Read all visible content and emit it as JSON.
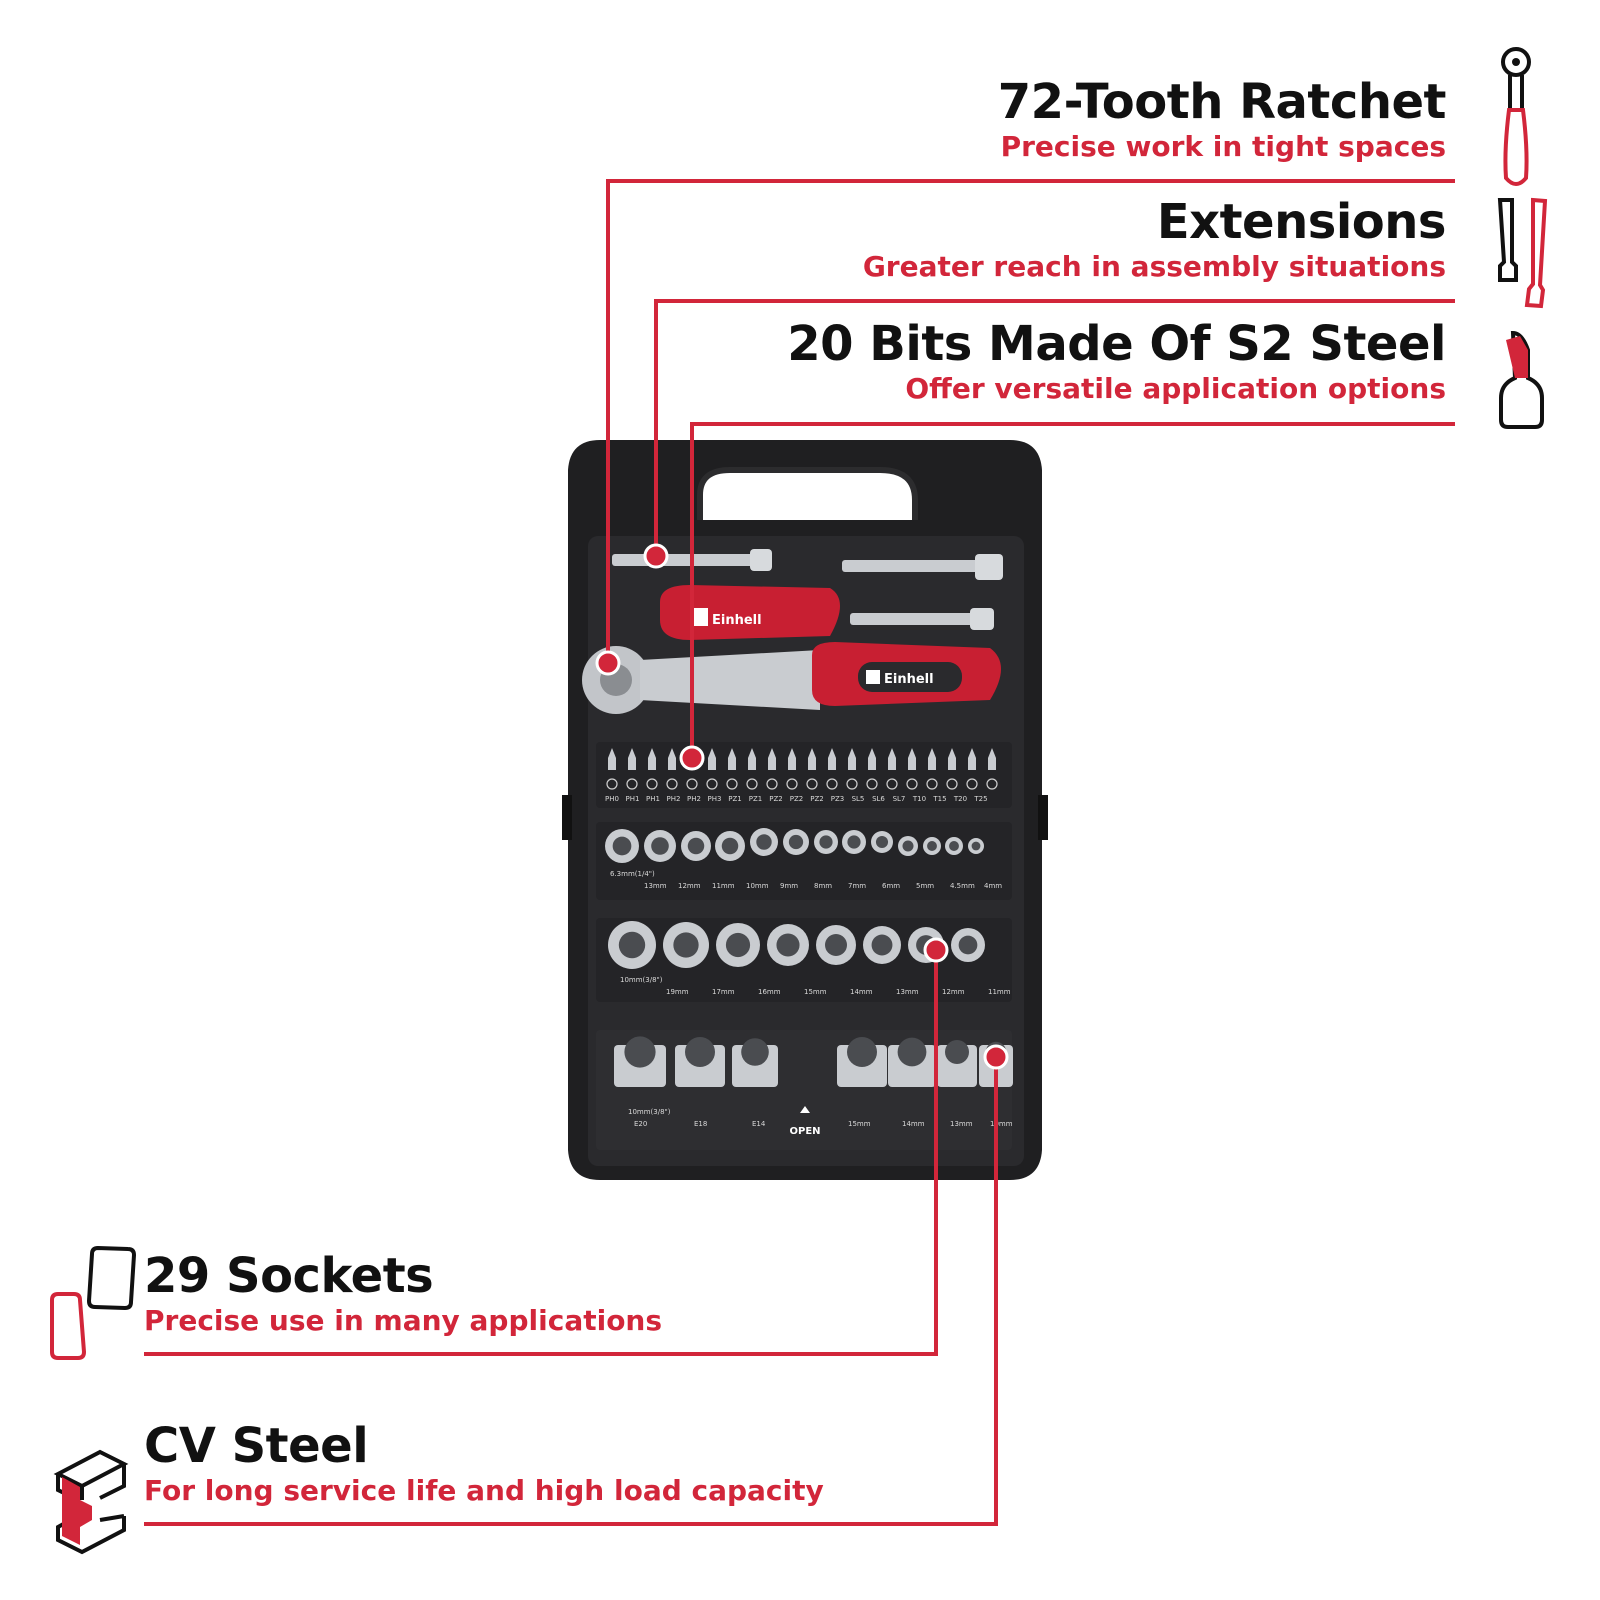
{
  "colors": {
    "accent": "#d2263a",
    "text": "#111111",
    "case": "#1e1e20",
    "metal": "#c9ccd0"
  },
  "features": [
    {
      "title": "72-Tooth Ratchet",
      "subtitle": "Precise work in tight spaces",
      "icon": "ratchet-icon"
    },
    {
      "title": "Extensions",
      "subtitle": "Greater reach in assembly situations",
      "icon": "extension-bars-icon"
    },
    {
      "title": "20 Bits Made Of S2 Steel",
      "subtitle": "Offer versatile application options",
      "icon": "bit-icon"
    },
    {
      "title": "29 Sockets",
      "subtitle": "Precise use in many applications",
      "icon": "sockets-icon"
    },
    {
      "title": "CV Steel",
      "subtitle": "For long service life and high load capacity",
      "icon": "steel-beam-icon"
    }
  ],
  "product": {
    "brand": "Einhell",
    "open_label": "OPEN",
    "bit_labels": [
      "PH0",
      "PH1",
      "PH1",
      "PH2",
      "PH2",
      "PH3",
      "PZ1",
      "PZ1",
      "PZ2",
      "PZ2",
      "PZ2",
      "PZ3",
      "SL5",
      "SL6",
      "SL7",
      "T10",
      "T15",
      "T20",
      "T25"
    ],
    "row1_labels": [
      "6.3mm(1/4\")",
      "13mm",
      "12mm",
      "11mm",
      "10mm",
      "9mm",
      "8mm",
      "7mm",
      "6mm",
      "5mm",
      "4.5mm",
      "4mm"
    ],
    "row2_labels": [
      "10mm(3/8\")",
      "19mm",
      "17mm",
      "16mm",
      "15mm",
      "14mm",
      "13mm",
      "12mm",
      "11mm"
    ],
    "row3_labels": [
      "10mm(3/8\")",
      "E20",
      "E18",
      "E14",
      "15mm",
      "14mm",
      "13mm",
      "10mm"
    ]
  }
}
